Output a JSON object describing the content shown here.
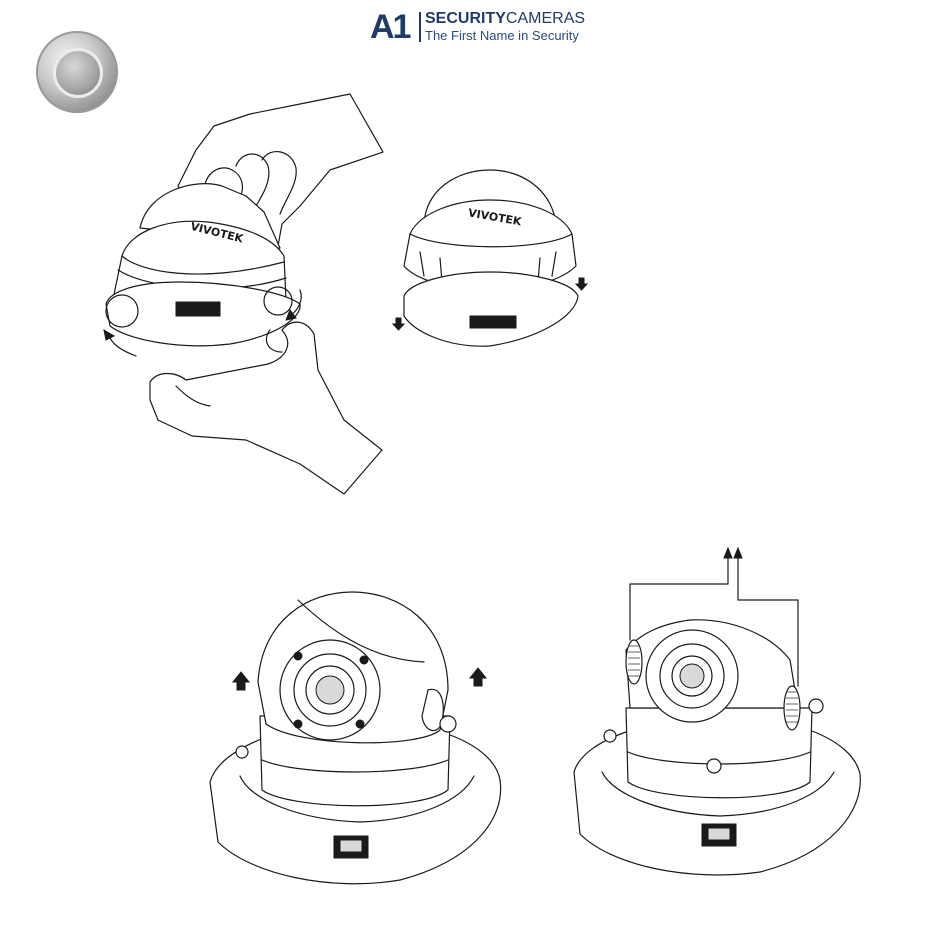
{
  "brand": {
    "mark": "A1",
    "title_bold": "SECURITY",
    "title_light": "CAMERAS",
    "tagline": "The First Name in Security",
    "color_primary": "#1f3b67"
  },
  "camera_logo": "VIVOTEK",
  "icons": [
    "step-badge-icon",
    "rotate-arrow-icon",
    "arrow-down-icon",
    "arrow-up-icon"
  ]
}
